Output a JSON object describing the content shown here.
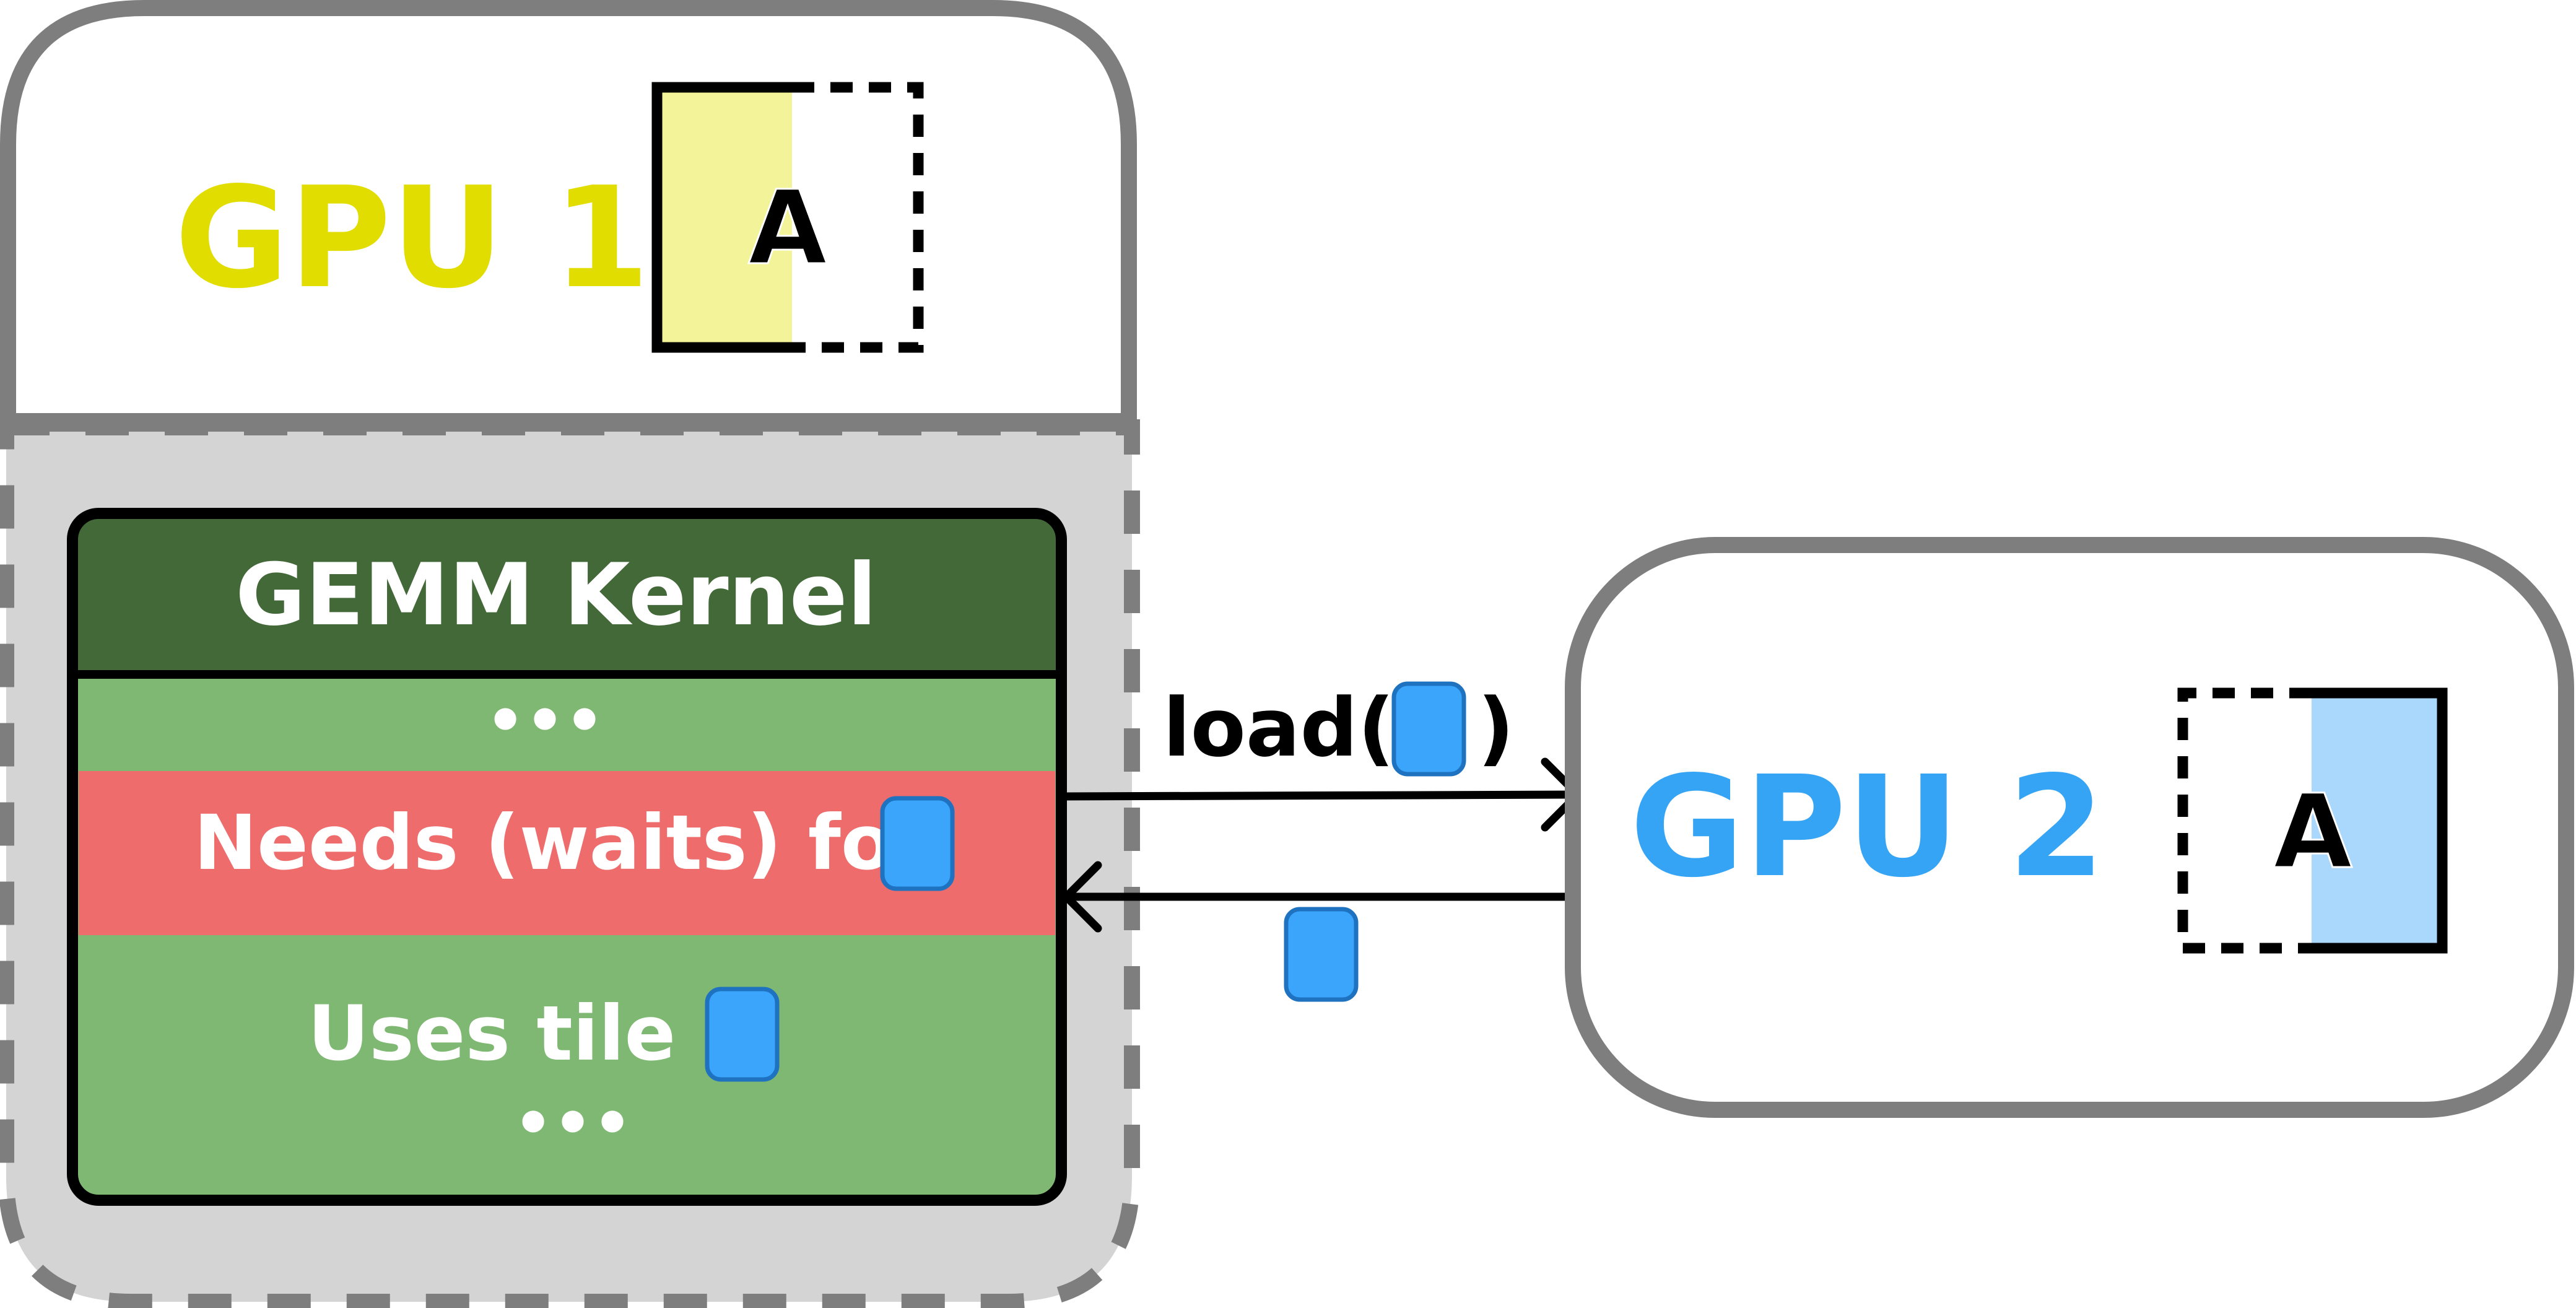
{
  "gpu1": {
    "label": "GPU 1",
    "label_color": "#E2DD00",
    "matrix_label": "A",
    "matrix_fill": "#F3F39A"
  },
  "gpu2": {
    "label": "GPU 2",
    "label_color": "#36A4F5",
    "matrix_label": "A",
    "matrix_fill": "#AAD8FD"
  },
  "kernel": {
    "title": "GEMM Kernel",
    "ellipsis_top": "•••",
    "waits_text": "Needs (waits) for",
    "uses_text": "Uses tile",
    "ellipsis_bottom": "•••"
  },
  "request": {
    "label_prefix": "load(",
    "label_suffix": ")"
  },
  "colors": {
    "tile_blue": "#3AA5FA",
    "tile_border": "#1E72C0",
    "kernel_header": "#436939",
    "kernel_body": "#7EB872",
    "waits_row": "#EF6C6C",
    "frame_gray": "#7E7E7E",
    "region_gray": "#D4D4D4"
  }
}
